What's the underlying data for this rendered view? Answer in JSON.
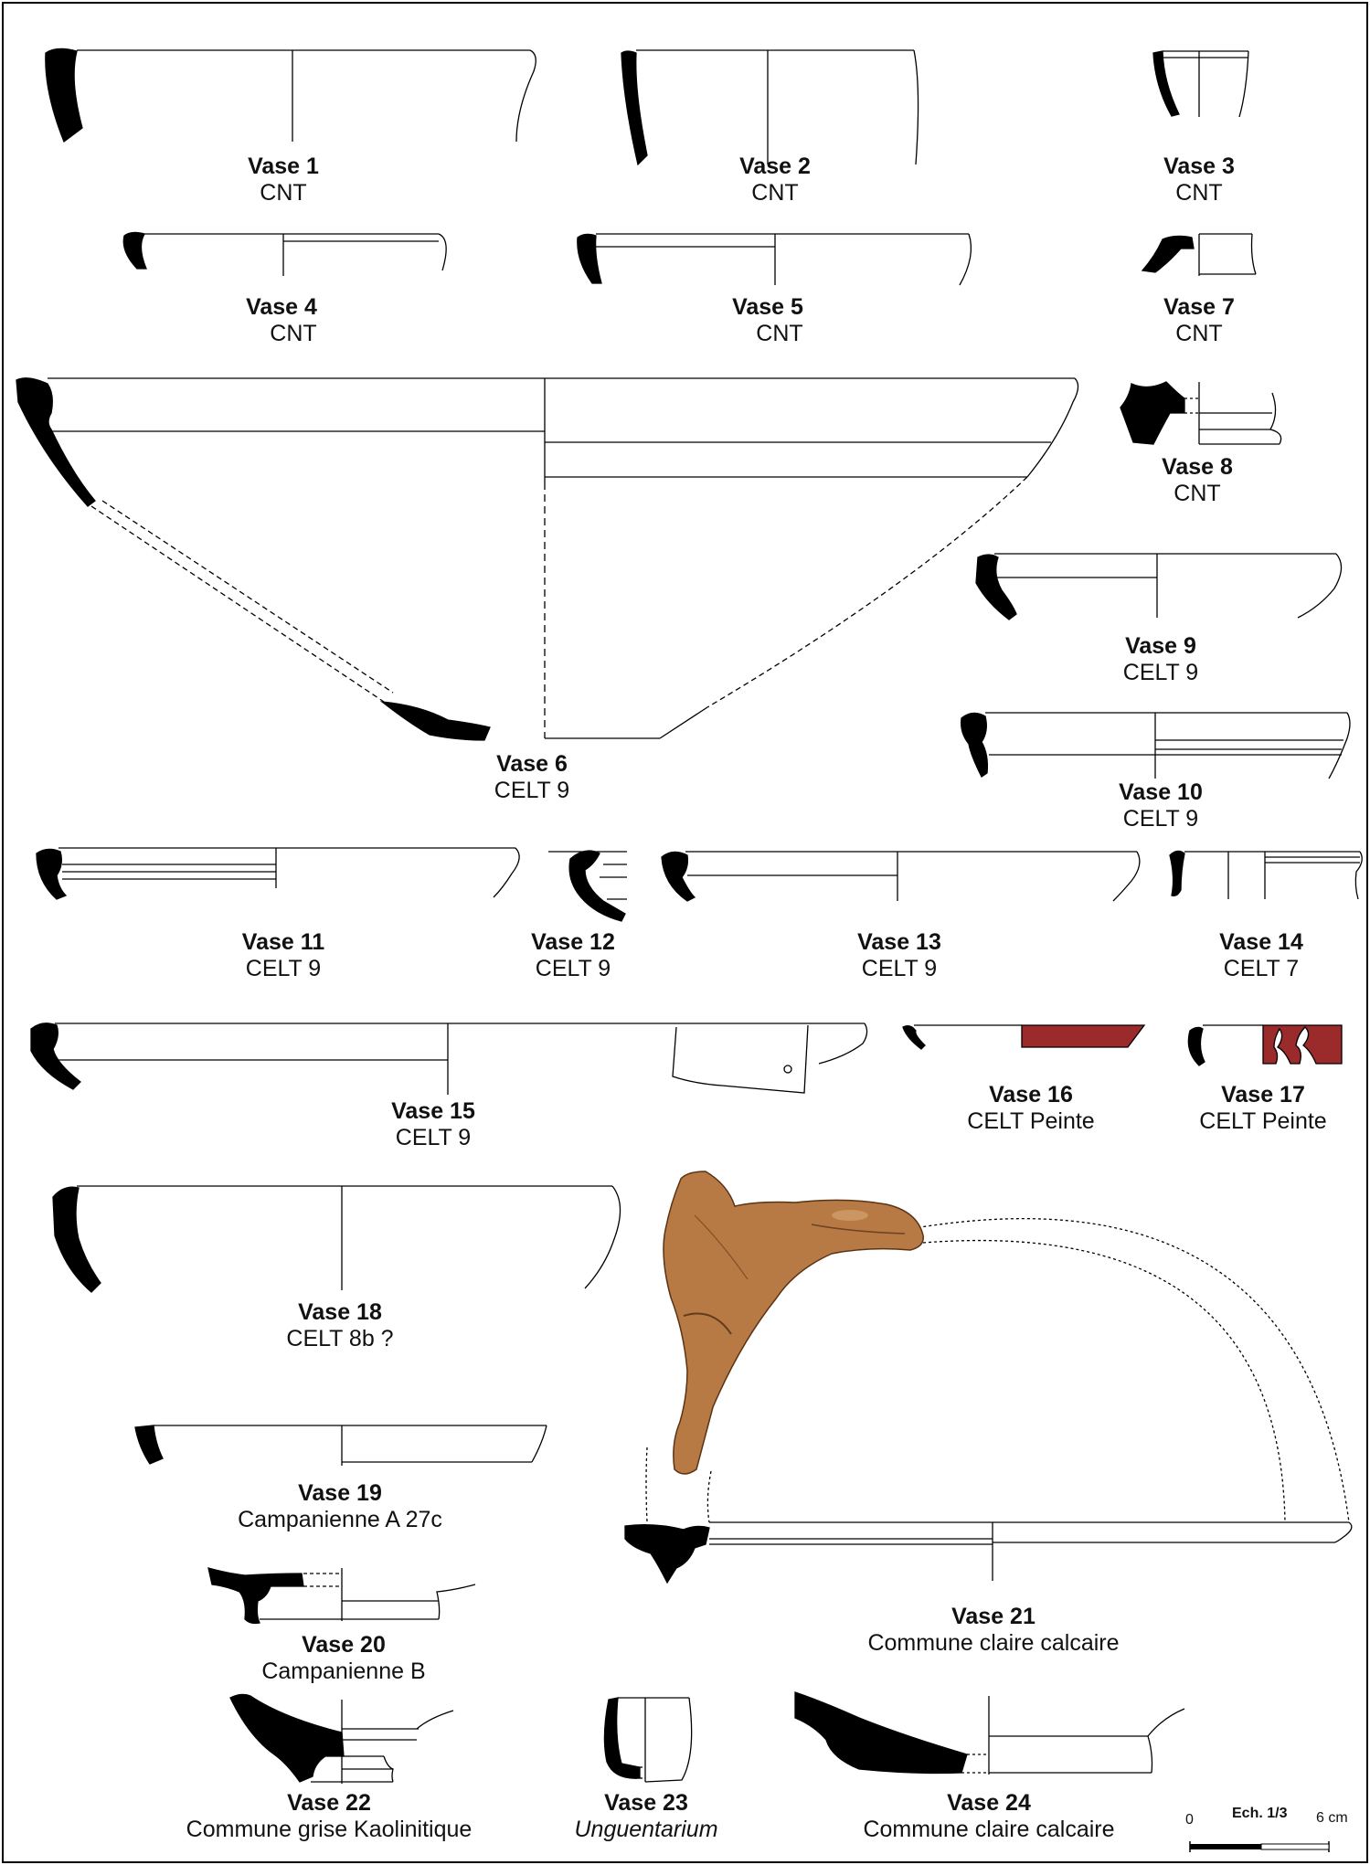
{
  "colors": {
    "ink": "#000000",
    "painted": "#9b2a2a",
    "photo": "#b87a45"
  },
  "vessels": [
    {
      "id": "vase-1",
      "name": "Vase 1",
      "type": "CNT"
    },
    {
      "id": "vase-2",
      "name": "Vase 2",
      "type": "CNT"
    },
    {
      "id": "vase-3",
      "name": "Vase 3",
      "type": "CNT"
    },
    {
      "id": "vase-4",
      "name": "Vase 4",
      "type": "CNT"
    },
    {
      "id": "vase-5",
      "name": "Vase 5",
      "type": "CNT"
    },
    {
      "id": "vase-7",
      "name": "Vase 7",
      "type": "CNT"
    },
    {
      "id": "vase-8",
      "name": "Vase 8",
      "type": "CNT"
    },
    {
      "id": "vase-6",
      "name": "Vase 6",
      "type": "CELT 9"
    },
    {
      "id": "vase-9",
      "name": "Vase 9",
      "type": "CELT 9"
    },
    {
      "id": "vase-10",
      "name": "Vase 10",
      "type": "CELT 9"
    },
    {
      "id": "vase-11",
      "name": "Vase 11",
      "type": "CELT 9"
    },
    {
      "id": "vase-12",
      "name": "Vase 12",
      "type": "CELT 9"
    },
    {
      "id": "vase-13",
      "name": "Vase 13",
      "type": "CELT 9"
    },
    {
      "id": "vase-14",
      "name": "Vase 14",
      "type": "CELT 7"
    },
    {
      "id": "vase-15",
      "name": "Vase 15",
      "type": "CELT 9"
    },
    {
      "id": "vase-16",
      "name": "Vase 16",
      "type": "CELT Peinte"
    },
    {
      "id": "vase-17",
      "name": "Vase 17",
      "type": "CELT Peinte"
    },
    {
      "id": "vase-18",
      "name": "Vase 18",
      "type": "CELT 8b ?"
    },
    {
      "id": "vase-19",
      "name": "Vase 19",
      "type": "Campanienne A 27c"
    },
    {
      "id": "vase-20",
      "name": "Vase 20",
      "type": "Campanienne B"
    },
    {
      "id": "vase-21",
      "name": "Vase 21",
      "type": "Commune claire calcaire"
    },
    {
      "id": "vase-22",
      "name": "Vase 22",
      "type": "Commune grise Kaolinitique"
    },
    {
      "id": "vase-23",
      "name": "Vase 23",
      "type": "Unguentarium"
    },
    {
      "id": "vase-24",
      "name": "Vase 24",
      "type": "Commune claire calcaire"
    }
  ],
  "scale": {
    "zero": "0",
    "title": "Ech. 1/3",
    "max": "6 cm"
  }
}
